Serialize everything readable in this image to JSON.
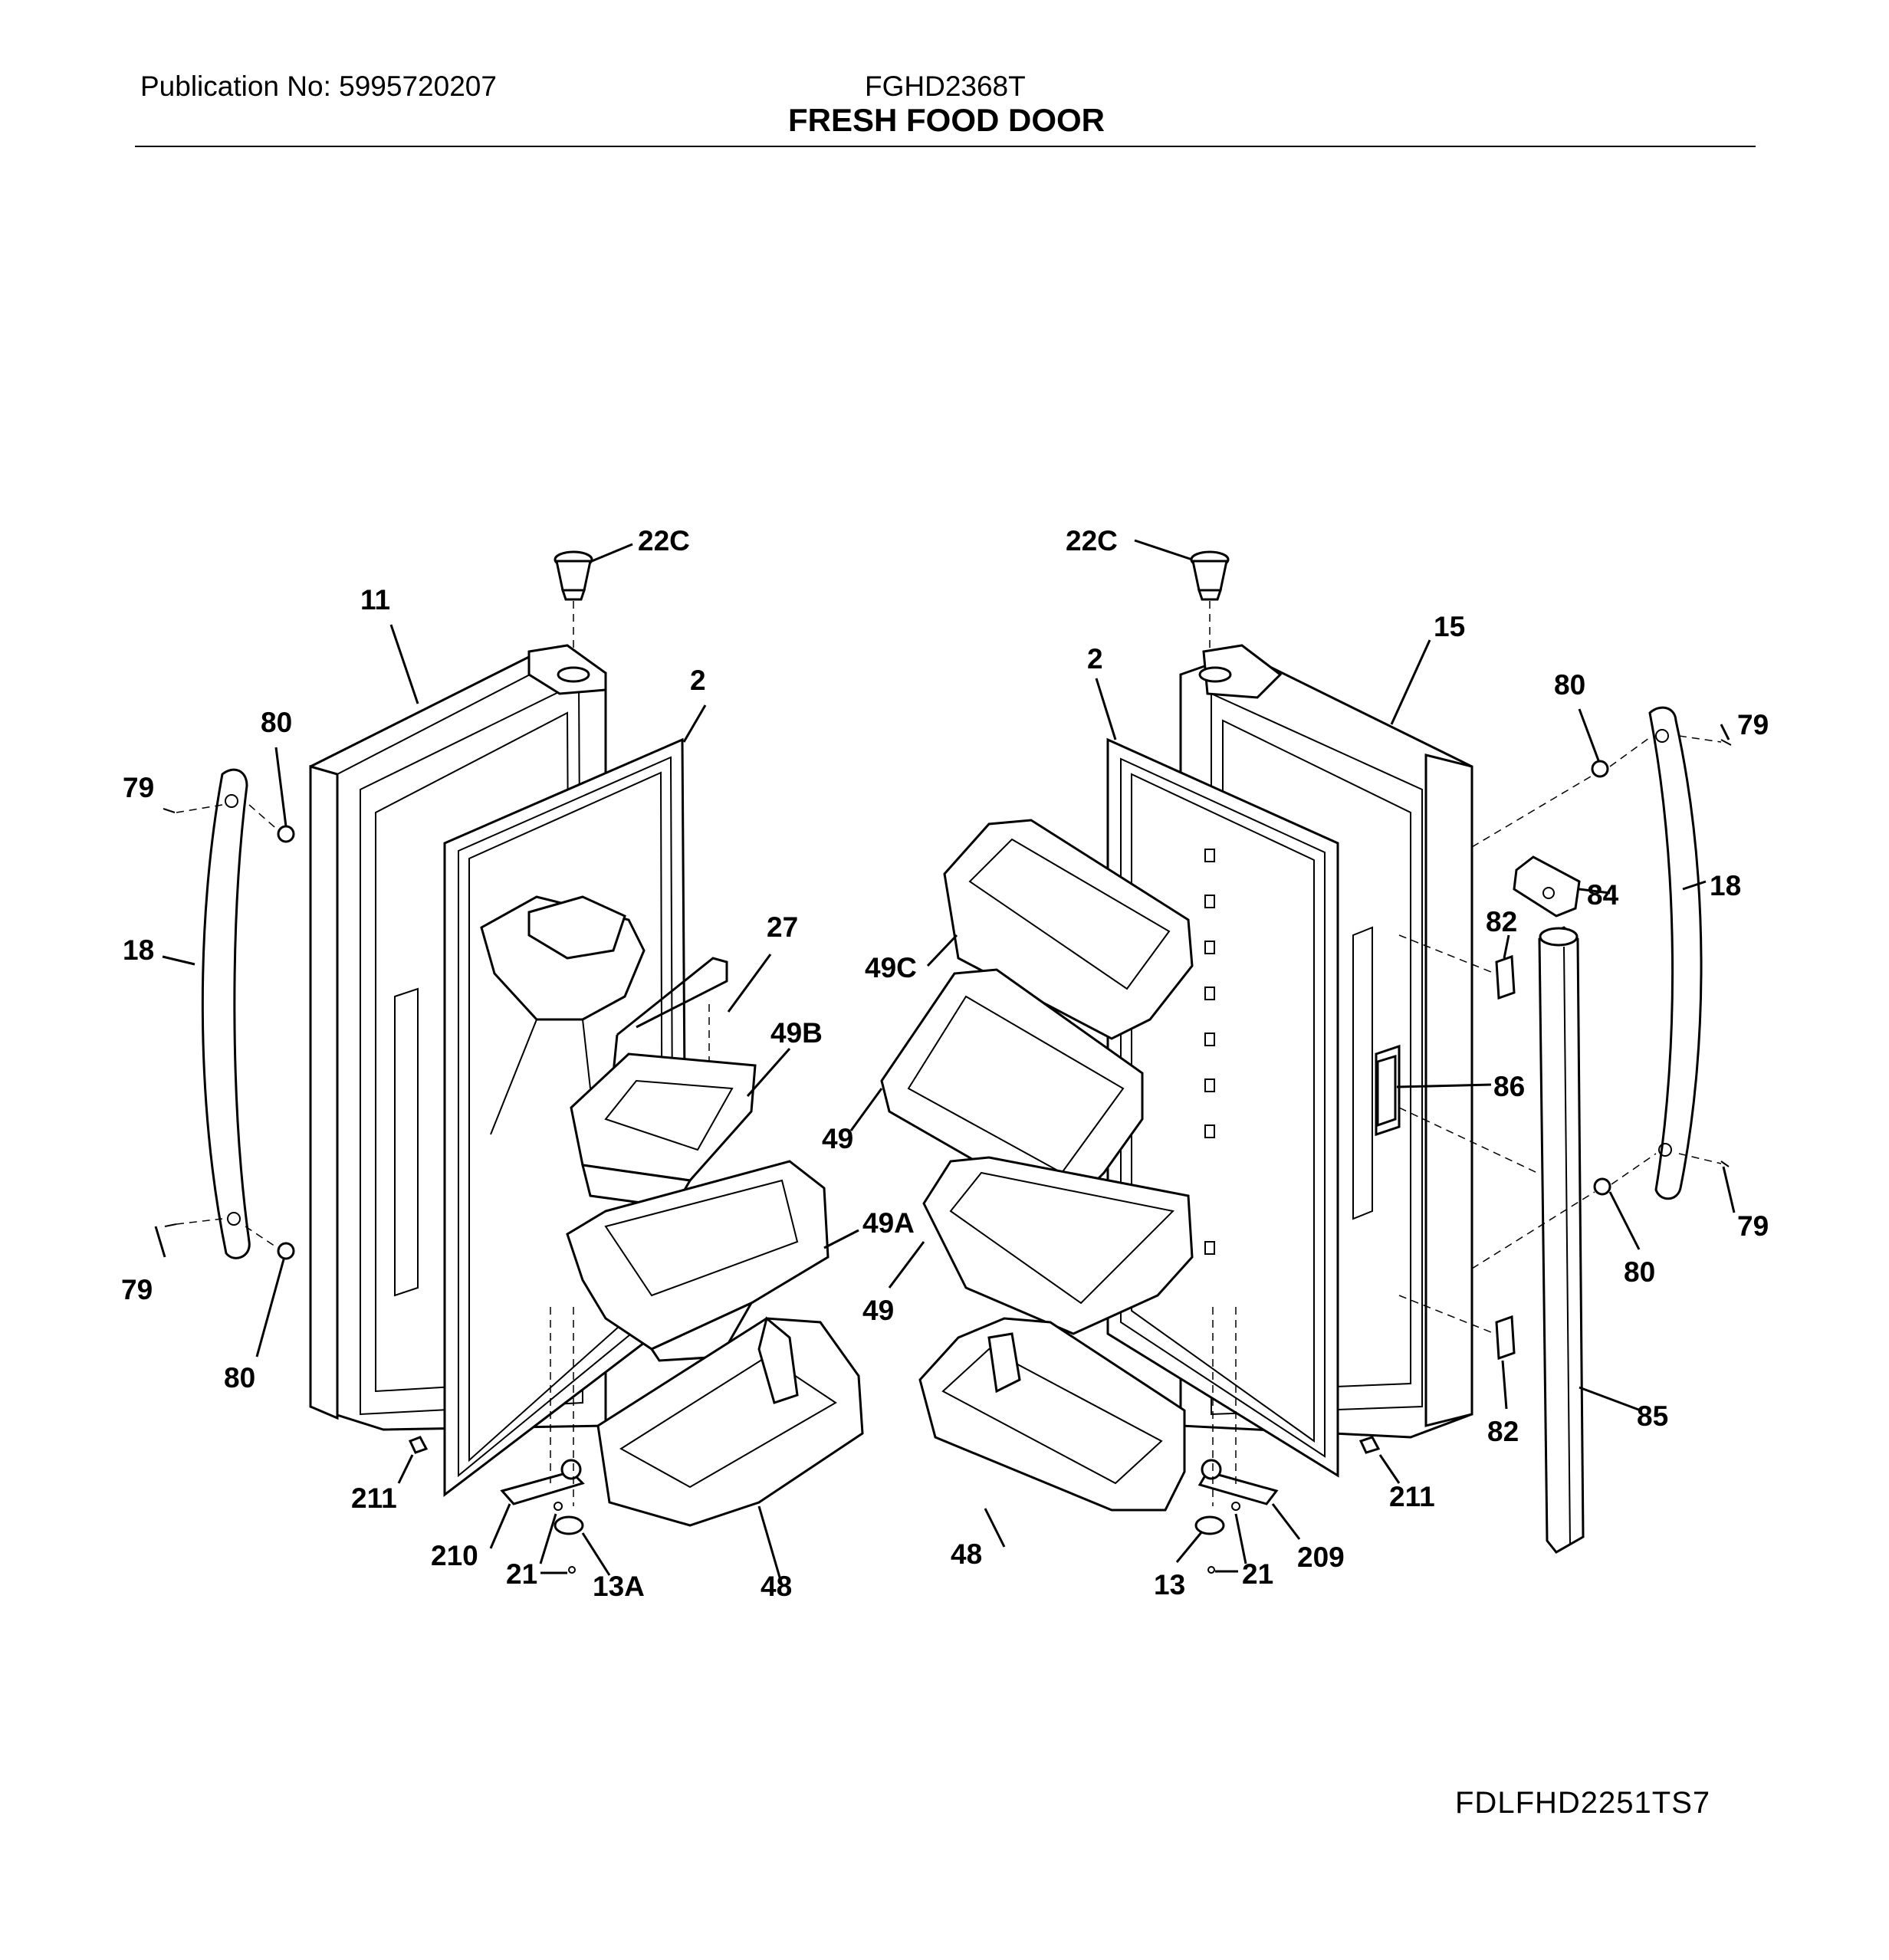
{
  "header": {
    "publication": "Publication No: 5995720207",
    "model": "FGHD2368T",
    "title": "FRESH FOOD DOOR"
  },
  "footer": {
    "diagram_code": "FDLFHD2251TS7"
  },
  "callouts": {
    "c22c_left": "22C",
    "c11": "11",
    "c2_left": "2",
    "c80_left_top": "80",
    "c79_left_top": "79",
    "c18_left": "18",
    "c27": "27",
    "c49b": "49B",
    "c49a": "49A",
    "c79_left_bot": "79",
    "c80_left_bot": "80",
    "c211_left": "211",
    "c210": "210",
    "c21_left": "21",
    "c13a": "13A",
    "c48_left": "48",
    "c22c_right": "22C",
    "c2_right": "2",
    "c15": "15",
    "c80_right_top": "80",
    "c79_right_top": "79",
    "c84": "84",
    "c18_right": "18",
    "c82_top": "82",
    "c49c": "49C",
    "c49_upper": "49",
    "c86": "86",
    "c79_right_bot": "79",
    "c80_right_bot": "80",
    "c49_lower": "49",
    "c82_bot": "82",
    "c85": "85",
    "c211_right": "211",
    "c48_right": "48",
    "c13": "13",
    "c21_right": "21",
    "c209": "209"
  }
}
